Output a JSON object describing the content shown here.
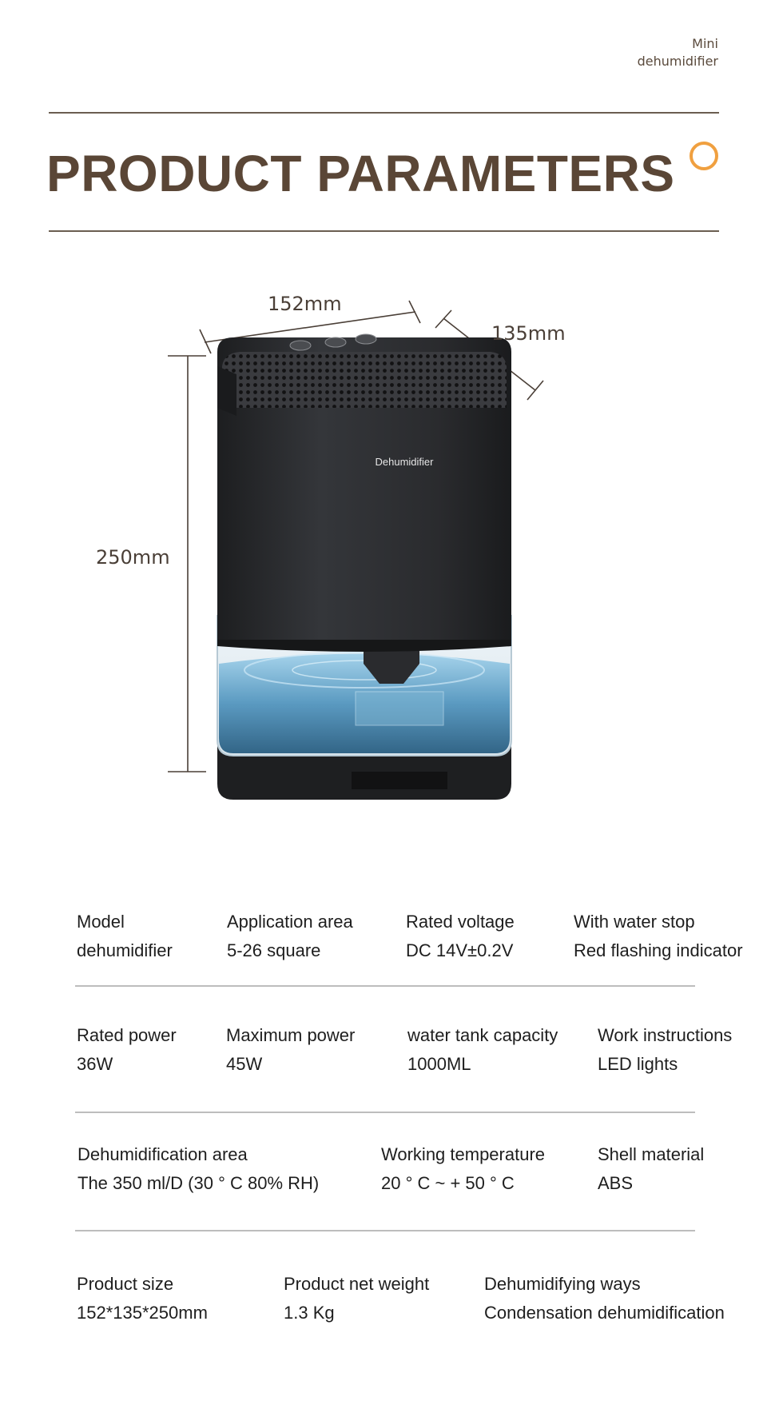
{
  "brand": {
    "line1": "Mini",
    "line2": "dehumidifier"
  },
  "title": "PRODUCT PARAMETERS",
  "colors": {
    "title": "#5a4636",
    "accent_ring": "#f0a040",
    "device": "#2b2c2f",
    "water": "#5a9ec4"
  },
  "dimensions": {
    "width": "152mm",
    "depth": "135mm",
    "height": "250mm"
  },
  "device_label": "Dehumidifier",
  "specs": [
    [
      {
        "label": "Model",
        "value": "dehumidifier"
      },
      {
        "label": "Application area",
        "value": "5-26 square"
      },
      {
        "label": "Rated voltage",
        "value": "DC 14V±0.2V"
      },
      {
        "label": "With water stop",
        "value": "Red flashing indicator"
      }
    ],
    [
      {
        "label": "Rated power",
        "value": "36W"
      },
      {
        "label": "Maximum power",
        "value": "45W"
      },
      {
        "label": "water tank capacity",
        "value": "1000ML"
      },
      {
        "label": "Work instructions",
        "value": "LED lights"
      }
    ],
    [
      {
        "label": "Dehumidification area",
        "value": "The 350 ml/D (30 ° C 80% RH)"
      },
      {
        "label": "Working temperature",
        "value": "20 ° C ~ + 50 ° C"
      },
      {
        "label": "Shell material",
        "value": "ABS"
      }
    ],
    [
      {
        "label": "Product size",
        "value": "152*135*250mm"
      },
      {
        "label": "Product net weight",
        "value": "1.3 Kg"
      },
      {
        "label": "Dehumidifying ways",
        "value": "Condensation dehumidification"
      }
    ]
  ]
}
